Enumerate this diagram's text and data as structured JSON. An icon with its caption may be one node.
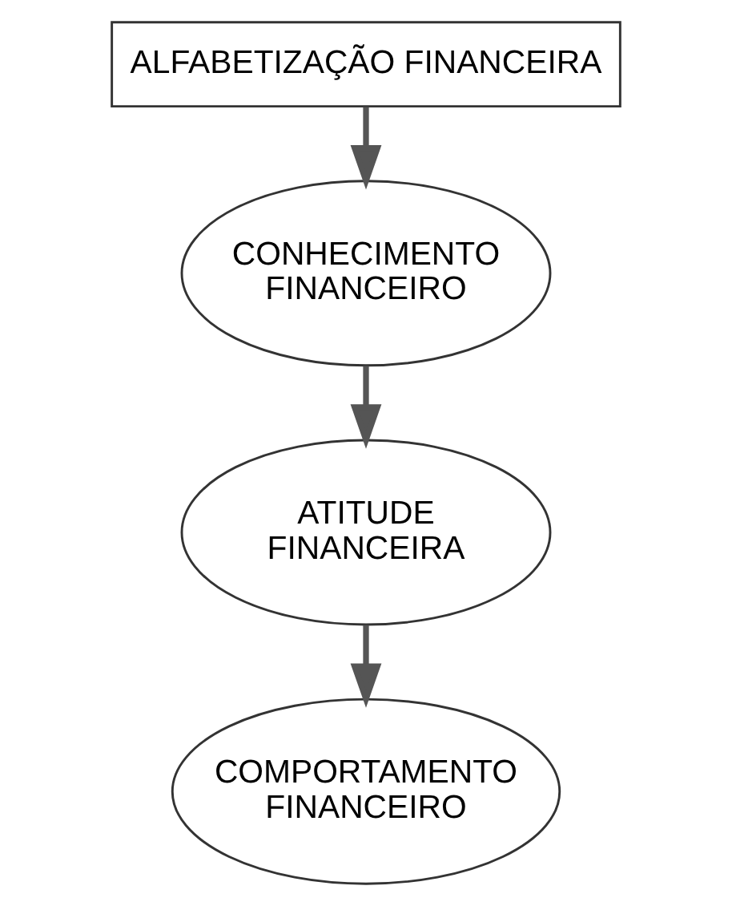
{
  "diagram": {
    "nodes": [
      {
        "text": [
          "ALFABETIZAÇÃO FINANCEIRA"
        ]
      },
      {
        "text": [
          "CONHECIMENTO FINANCEIRO"
        ]
      },
      {
        "text": [
          "ATITUDE FINANCEIRA"
        ]
      },
      {
        "text": [
          "COMPORTAMENTO FINANCEIRO"
        ]
      }
    ],
    "edges": [
      {
        "from": 0,
        "to": 1,
        "arrow": "to"
      },
      {
        "from": 1,
        "to": 2,
        "arrow": "to"
      },
      {
        "from": 2,
        "to": 3,
        "arrow": "to"
      }
    ]
  }
}
